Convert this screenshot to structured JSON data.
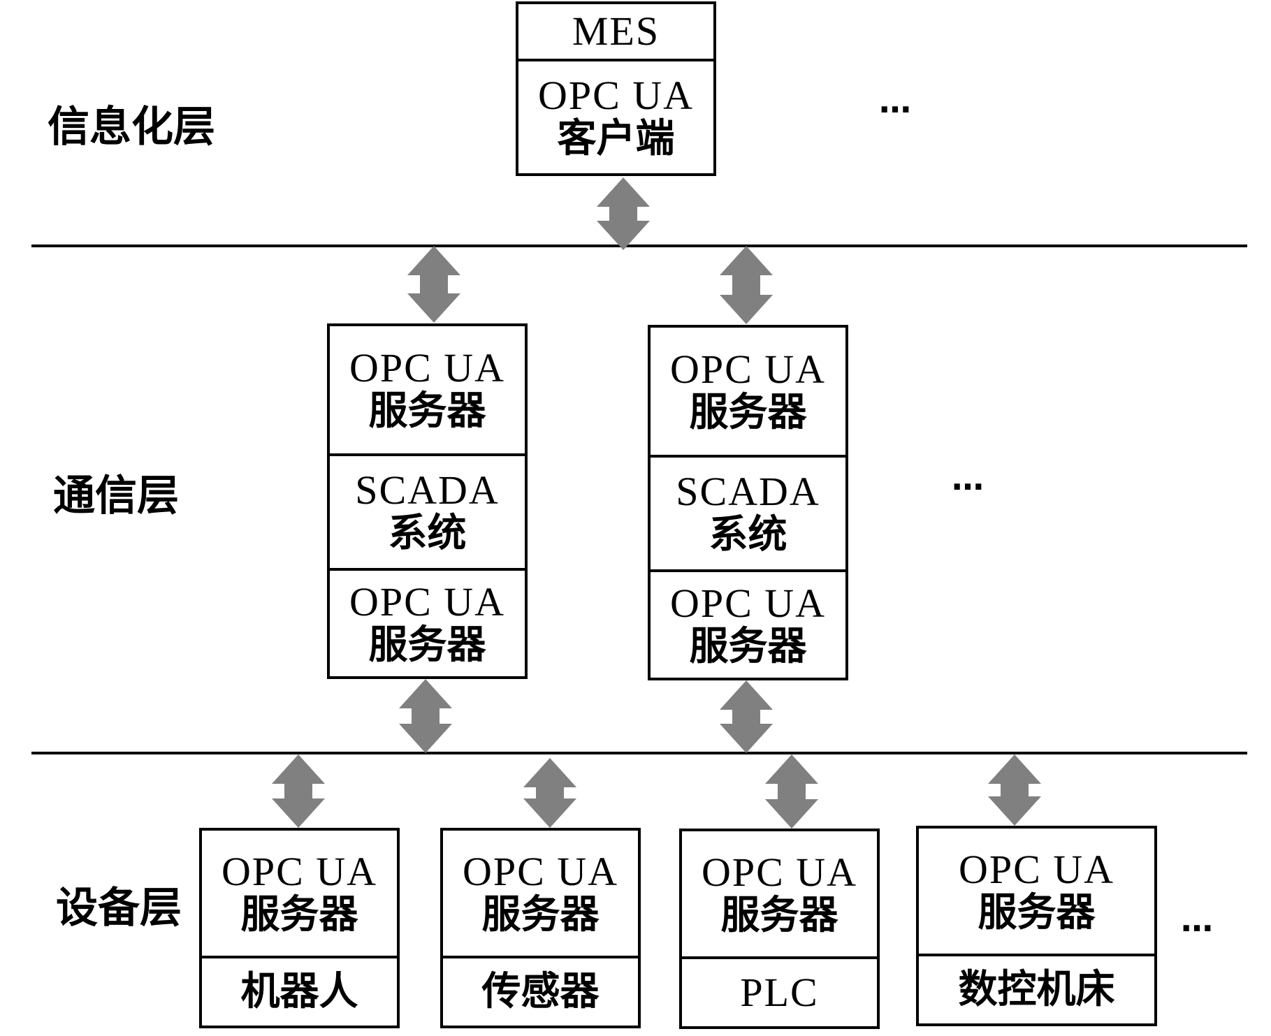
{
  "layers": {
    "info": "信息化层",
    "comm": "通信层",
    "device": "设备层"
  },
  "ellipsis": "…",
  "mes_client": {
    "title": "MES",
    "line1": "OPC UA",
    "line2": "客户端"
  },
  "scada_stacks": [
    {
      "top_line1": "OPC UA",
      "top_line2": "服务器",
      "mid_line1": "SCADA",
      "mid_line2": "系统",
      "bottom_line1": "OPC UA",
      "bottom_line2": "服务器"
    },
    {
      "top_line1": "OPC UA",
      "top_line2": "服务器",
      "mid_line1": "SCADA",
      "mid_line2": "系统",
      "bottom_line1": "OPC UA",
      "bottom_line2": "服务器"
    }
  ],
  "devices": [
    {
      "line1": "OPC UA",
      "line2": "服务器",
      "device": "机器人"
    },
    {
      "line1": "OPC UA",
      "line2": "服务器",
      "device": "传感器"
    },
    {
      "line1": "OPC UA",
      "line2": "服务器",
      "device": "PLC"
    },
    {
      "line1": "OPC UA",
      "line2": "服务器",
      "device": "数控机床"
    }
  ],
  "colors": {
    "arrow": "#808080",
    "line": "#000000"
  }
}
